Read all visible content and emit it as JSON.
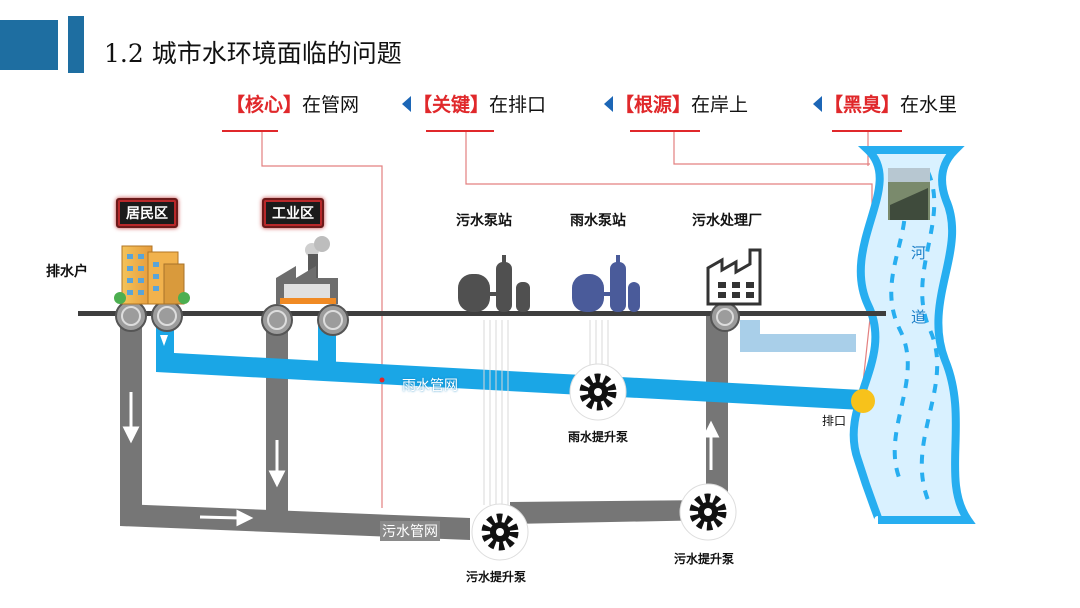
{
  "header": {
    "title": "1.2 城市水环境面临的问题"
  },
  "topics": [
    {
      "tag": "【核心】",
      "text": "在管网"
    },
    {
      "tag": "【关键】",
      "text": "在排口"
    },
    {
      "tag": "【根源】",
      "text": "在岸上"
    },
    {
      "tag": "【黑臭】",
      "text": "在水里"
    }
  ],
  "diagram": {
    "households_label": "排水户",
    "residential_sign": "居民区",
    "industrial_sign": "工业区",
    "sewage_pump_station": "污水泵站",
    "rain_pump_station": "雨水泵站",
    "sewage_plant": "污水处理厂",
    "rain_pipe_label": "雨水管网",
    "sewage_pipe_label": "污水管网",
    "rain_lift_pump": "雨水提升泵",
    "sewage_lift_pump_1": "污水提升泵",
    "sewage_lift_pump_2": "污水提升泵",
    "outfall_label": "排口",
    "river_char_1": "河",
    "river_char_2": "道"
  },
  "colors": {
    "accent_blue": "#1e6ea1",
    "tag_red": "#e0282b",
    "rain_pipe": "#1aa6e6",
    "sewage_pipe": "#767676",
    "river": "#27aef0"
  }
}
